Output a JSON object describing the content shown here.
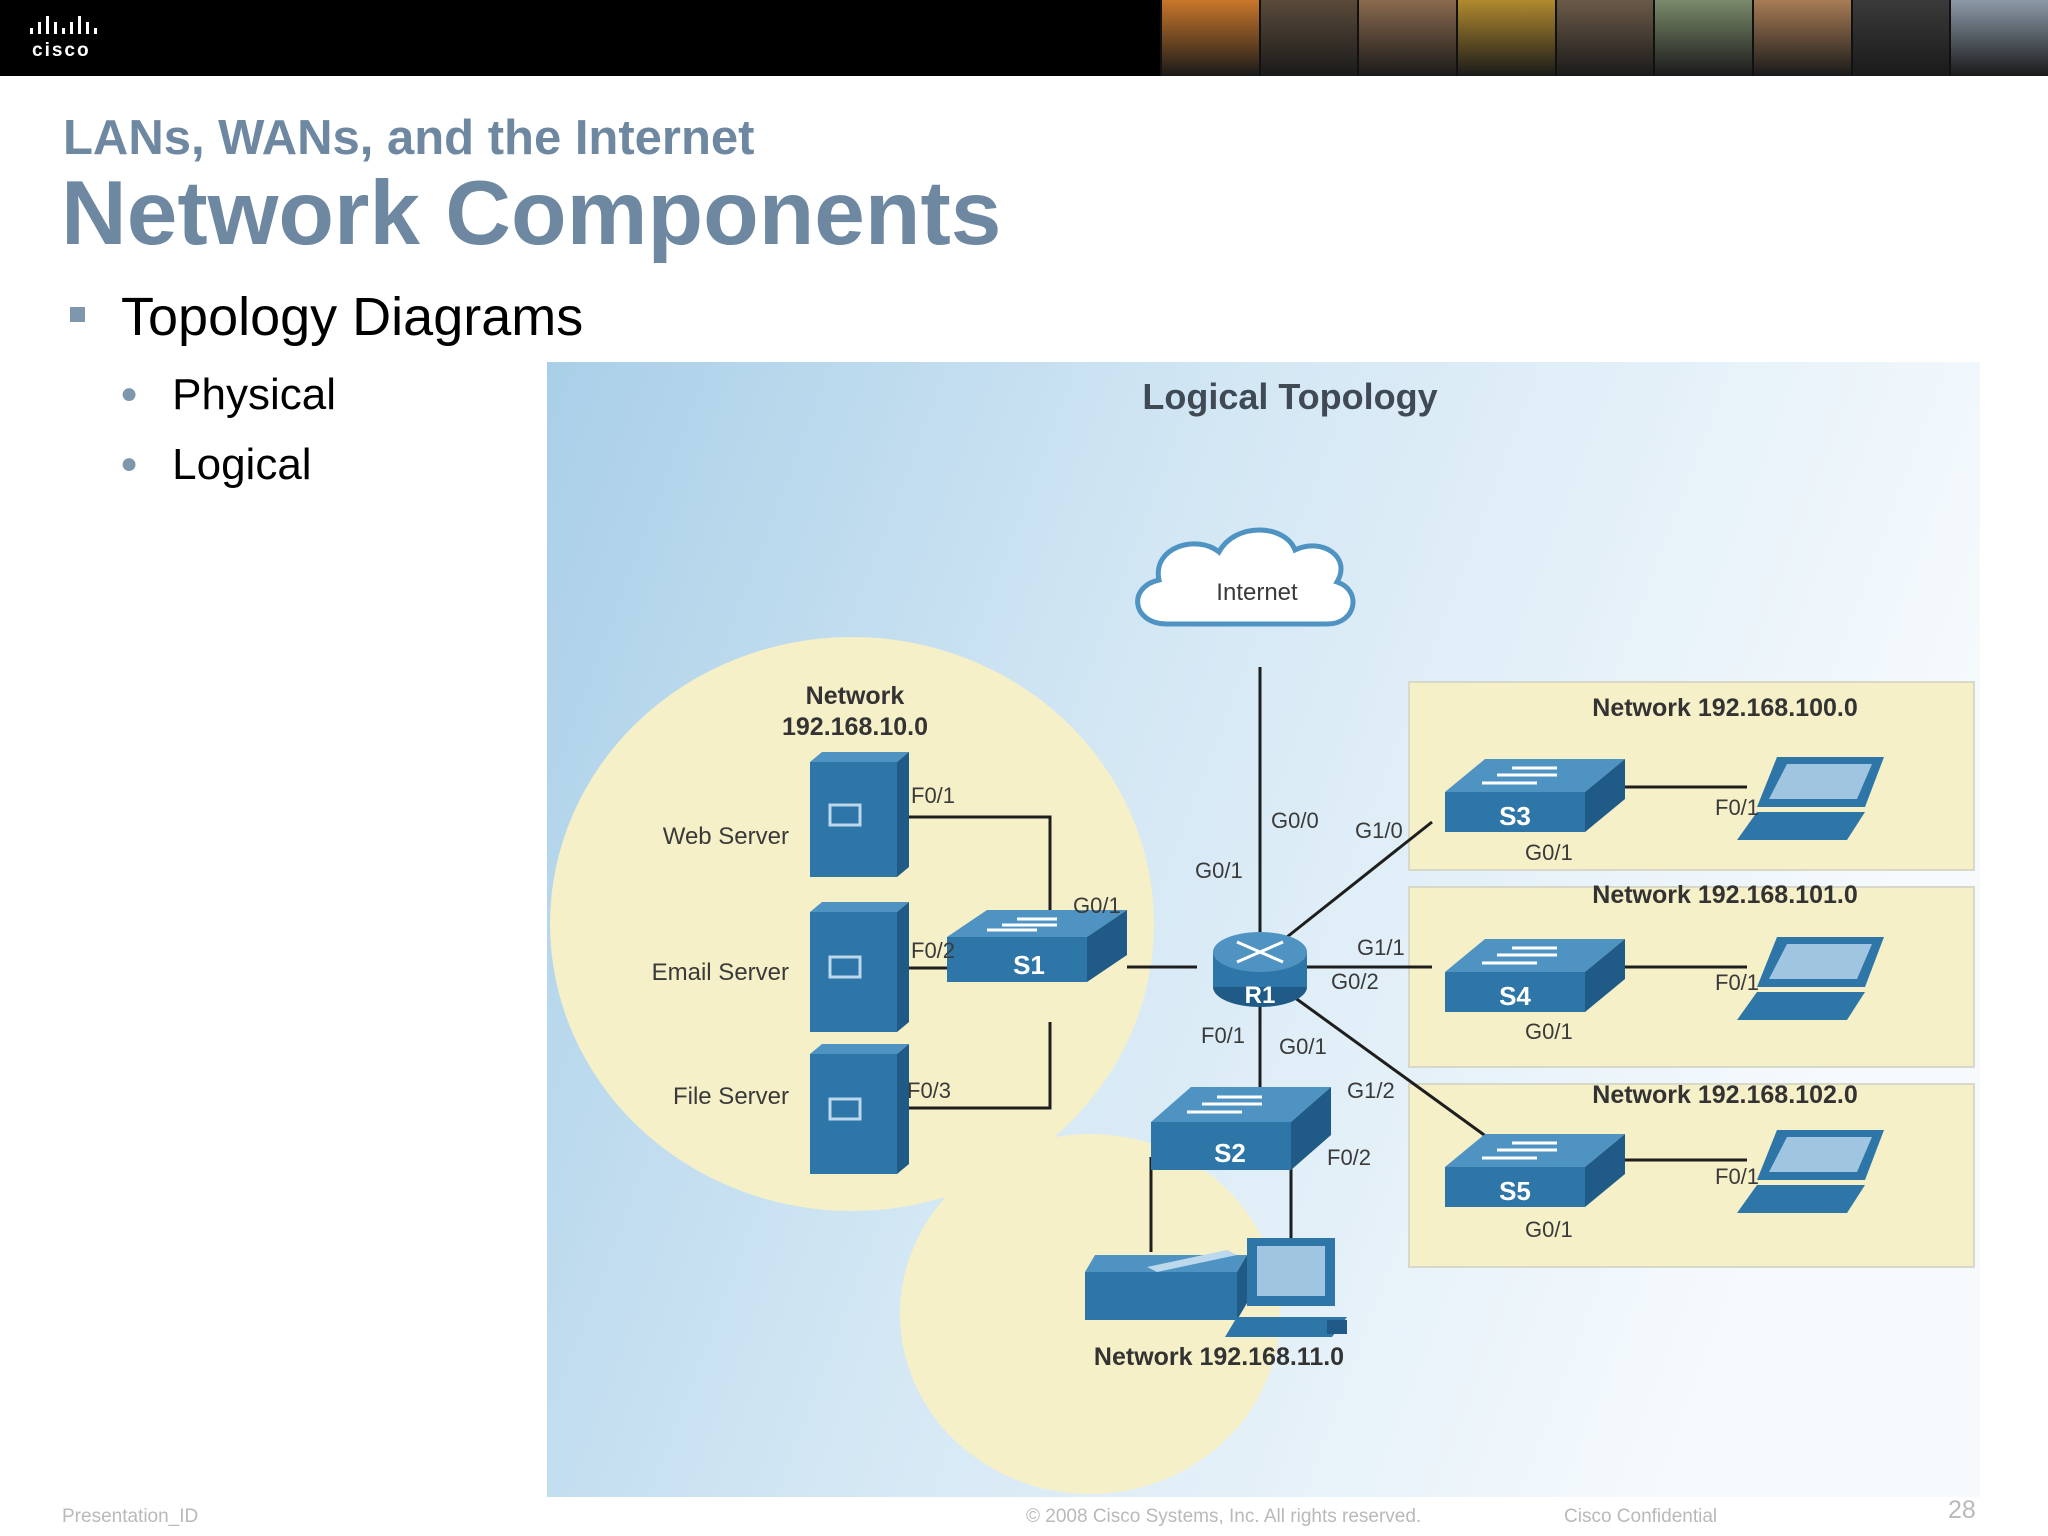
{
  "header": {
    "logo_text": "cisco",
    "accent_color": "#6d88a0",
    "photo_colors": [
      "#c9772a",
      "#5a4a3a",
      "#8a6a4e",
      "#b08a2e",
      "#6b5a48",
      "#7a8a6a",
      "#a87c55",
      "#3a3a3a",
      "#8c9aa8"
    ]
  },
  "slide": {
    "subtitle": "LANs, WANs, and the Internet",
    "title": "Network Components",
    "bullet": "Topology Diagrams",
    "sub_bullets": [
      "Physical",
      "Logical"
    ]
  },
  "diagram": {
    "title": "Logical Topology",
    "internet": "Internet",
    "lan_10": {
      "label_line1": "Network",
      "label_line2": "192.168.10.0"
    },
    "servers": [
      "Web Server",
      "Email Server",
      "File Server"
    ],
    "lan_11": "Network 192.168.11.0",
    "networks": [
      "Network 192.168.100.0",
      "Network 192.168.101.0",
      "Network 192.168.102.0"
    ],
    "devices": {
      "s1": "S1",
      "s2": "S2",
      "s3": "S3",
      "s4": "S4",
      "s5": "S5",
      "r1": "R1"
    },
    "ports": {
      "web_f01": "F0/1",
      "email_f02": "F0/2",
      "file_f03": "F0/3",
      "s1_g01": "G0/1",
      "r1_g00": "G0/0",
      "r1_g01_left": "G0/1",
      "r1_f01": "F0/1",
      "s2_g01": "G0/1",
      "r1_g10": "G1/0",
      "r1_g11": "G1/1",
      "r1_g02": "G0/2",
      "r1_g12": "G1/2",
      "s2_f02": "F0/2",
      "s3_g01": "G0/1",
      "s3_f01": "F0/1",
      "s4_g01": "G0/1",
      "s4_f01": "F0/1",
      "s5_g01": "G0/1",
      "s5_f01": "F0/1"
    },
    "colors": {
      "device": "#2e75a8",
      "device_top": "#4f93c3",
      "zone": "#f5f0c8",
      "background": "#d6e8f4"
    }
  },
  "footer": {
    "presentation_id": "Presentation_ID",
    "copyright": "© 2008 Cisco Systems, Inc. All rights reserved.",
    "confidential": "Cisco Confidential",
    "page_number": "28"
  }
}
